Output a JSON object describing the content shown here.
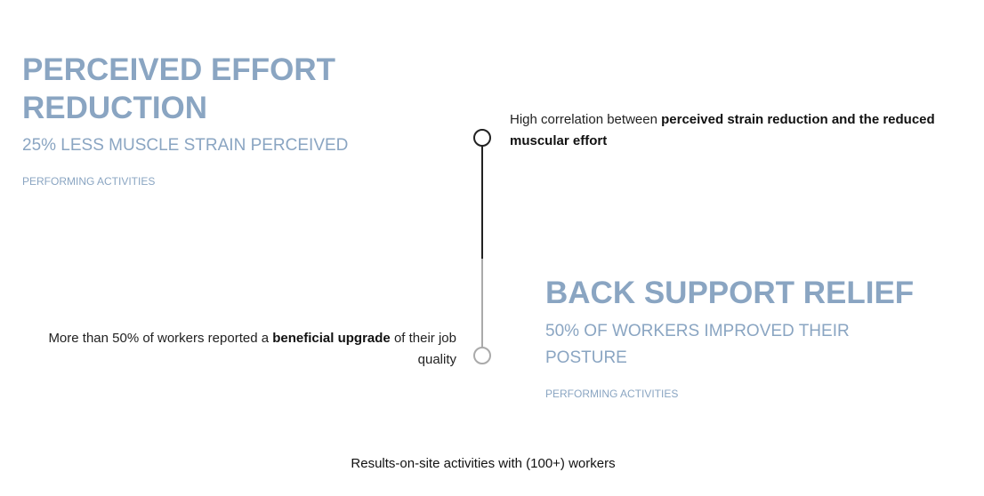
{
  "colors": {
    "accent": "#8aa5c2",
    "line_dark": "#222222",
    "line_light": "#aaaaaa"
  },
  "block1": {
    "title_line1": "PERCEIVED EFFORT",
    "title_line2": "REDUCTION",
    "subtitle": "25% LESS MUSCLE STRAIN PERCEIVED",
    "caption": "PERFORMING ACTIVITIES"
  },
  "note1": {
    "pre": "High correlation between ",
    "bold": "perceived strain reduction and the reduced muscular effort"
  },
  "block2": {
    "title": "BACK SUPPORT RELIEF",
    "subtitle_line1": "50% OF WORKERS IMPROVED THEIR",
    "subtitle_line2": "POSTURE",
    "caption": "PERFORMING ACTIVITIES"
  },
  "note2": {
    "pre": "More than 50% of workers reported a ",
    "bold": "beneficial upgrade",
    "post": " of their job quality"
  },
  "footer": "Results-on-site activities with (100+) workers"
}
